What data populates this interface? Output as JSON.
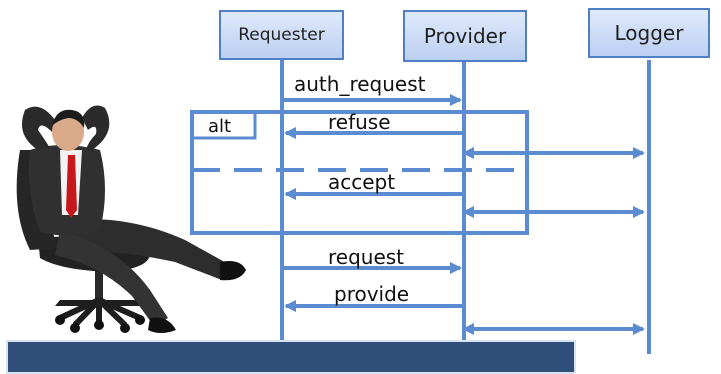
{
  "participants": [
    {
      "id": "requester",
      "label": "Requester"
    },
    {
      "id": "provider",
      "label": "Provider"
    },
    {
      "id": "logger",
      "label": "Logger"
    }
  ],
  "messages": [
    {
      "label": "auth_request",
      "from": "Requester",
      "to": "Provider"
    },
    {
      "label": "refuse",
      "from": "Provider",
      "to": "Requester"
    },
    {
      "label": "",
      "from": "Provider",
      "to": "Logger",
      "bidirectional": true
    },
    {
      "label": "accept",
      "from": "Provider",
      "to": "Requester"
    },
    {
      "label": "",
      "from": "Provider",
      "to": "Logger",
      "bidirectional": true
    },
    {
      "label": "request",
      "from": "Requester",
      "to": "Provider"
    },
    {
      "label": "provide",
      "from": "Provider",
      "to": "Requester"
    },
    {
      "label": "",
      "from": "Provider",
      "to": "Logger",
      "bidirectional": true
    }
  ],
  "fragment": {
    "operator": "alt"
  },
  "colors": {
    "line": "#5b8bd0",
    "box_border": "#4f7fc4",
    "box_fill": "#c9dbf6",
    "banner": "#2f4f7a"
  },
  "illustration": {
    "icon": "relaxed-businessman-in-office-chair"
  }
}
